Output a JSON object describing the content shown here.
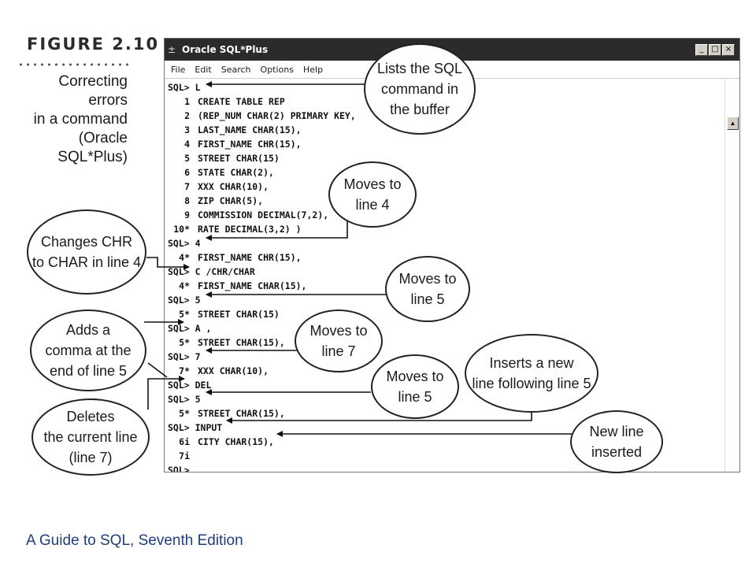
{
  "figure": {
    "label": "FIGURE 2.10",
    "caption_lines": [
      "Correcting errors",
      "in a command",
      "(Oracle",
      "SQL*Plus)"
    ]
  },
  "window": {
    "title": "Oracle SQL*Plus",
    "title_icon": "oracle-sqlplus-icon",
    "controls": [
      "_",
      "□",
      "×"
    ],
    "menu": [
      "File",
      "Edit",
      "Search",
      "Options",
      "Help"
    ]
  },
  "console": {
    "lines": [
      {
        "num": "",
        "text": "SQL> L"
      },
      {
        "num": "1",
        "text": "CREATE TABLE REP"
      },
      {
        "num": "2",
        "text": "(REP_NUM CHAR(2) PRIMARY KEY,"
      },
      {
        "num": "3",
        "text": "LAST_NAME CHAR(15),"
      },
      {
        "num": "4",
        "text": "FIRST_NAME CHR(15),"
      },
      {
        "num": "5",
        "text": "STREET CHAR(15)"
      },
      {
        "num": "6",
        "text": "STATE CHAR(2),"
      },
      {
        "num": "7",
        "text": "XXX CHAR(10),"
      },
      {
        "num": "8",
        "text": "ZIP CHAR(5),"
      },
      {
        "num": "9",
        "text": "COMMISSION DECIMAL(7,2),"
      },
      {
        "num": "10*",
        "text": "RATE DECIMAL(3,2) )"
      },
      {
        "num": "",
        "text": "SQL> 4"
      },
      {
        "num": "4*",
        "text": "FIRST_NAME CHR(15),"
      },
      {
        "num": "",
        "text": "SQL> C /CHR/CHAR"
      },
      {
        "num": "4*",
        "text": "FIRST_NAME CHAR(15),"
      },
      {
        "num": "",
        "text": "SQL> 5"
      },
      {
        "num": "5*",
        "text": "STREET CHAR(15)"
      },
      {
        "num": "",
        "text": "SQL> A ,"
      },
      {
        "num": "5*",
        "text": "STREET CHAR(15),"
      },
      {
        "num": "",
        "text": "SQL> 7"
      },
      {
        "num": "7*",
        "text": "XXX CHAR(10),"
      },
      {
        "num": "",
        "text": "SQL> DEL"
      },
      {
        "num": "",
        "text": "SQL> 5"
      },
      {
        "num": "5*",
        "text": "STREET CHAR(15),"
      },
      {
        "num": "",
        "text": "SQL> INPUT"
      },
      {
        "num": "6i",
        "text": "CITY CHAR(15),"
      },
      {
        "num": "7i",
        "text": ""
      },
      {
        "num": "",
        "text": "SQL>"
      }
    ]
  },
  "callouts": {
    "lists_sql": [
      "Lists the SQL",
      "command in",
      "the buffer"
    ],
    "moves_line4": [
      "Moves to",
      "line 4"
    ],
    "changes_chr": [
      "Changes CHR",
      "to CHAR in line 4"
    ],
    "moves_line5a": [
      "Moves to",
      "line 5"
    ],
    "adds_comma": [
      "Adds a",
      "comma at the",
      "end of line 5"
    ],
    "moves_line7": [
      "Moves to",
      "line 7"
    ],
    "inserts_new": [
      "Inserts a new",
      "line following line 5"
    ],
    "moves_line5b": [
      "Moves to",
      "line 5"
    ],
    "deletes": [
      "Deletes",
      "the current line",
      "(line 7)"
    ],
    "new_line": [
      "New line",
      "inserted"
    ]
  },
  "footer": "A Guide to SQL, Seventh Edition",
  "colors": {
    "footer": "#1f3f7a",
    "titlebar": "#2b2b2b"
  }
}
